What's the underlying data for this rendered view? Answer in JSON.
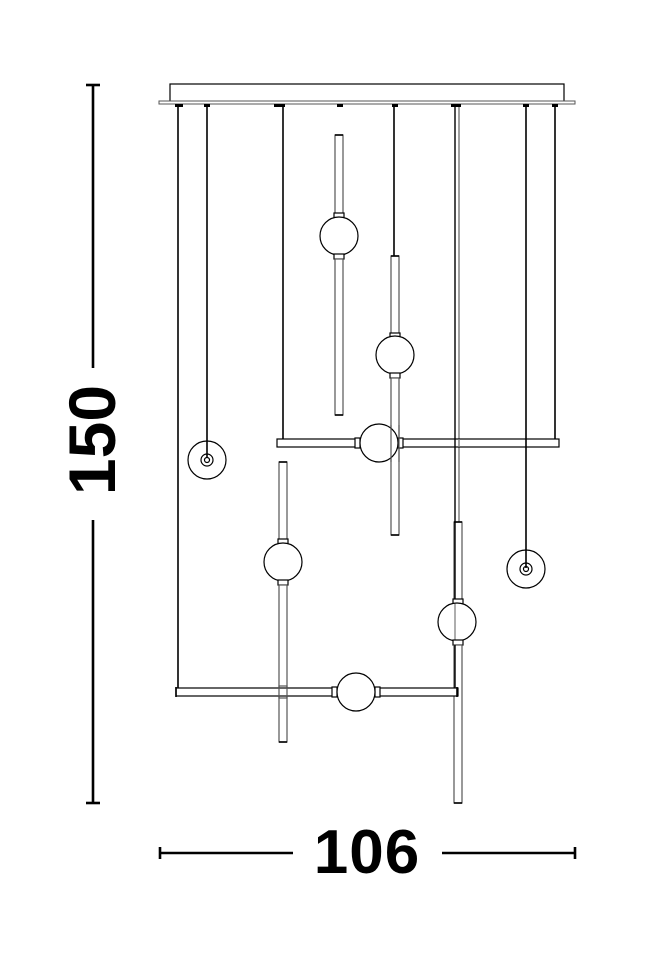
{
  "drawing": {
    "title": "Pendant chandelier dimension drawing",
    "units": "cm",
    "stroke_color": "#000000",
    "secondary_stroke_color": "#777777",
    "background_color": "#ffffff"
  },
  "dimensions": {
    "height": {
      "value": "150",
      "orientation": "vertical"
    },
    "width": {
      "value": "106",
      "orientation": "horizontal"
    }
  },
  "components": {
    "canopy": {
      "shape": "rectangular-plate"
    },
    "suspension_cables": 8,
    "vertical_rods_with_globe": 4,
    "horizontal_bars_with_globe": 2,
    "disc_pendants": 2,
    "globes_total": 6
  }
}
